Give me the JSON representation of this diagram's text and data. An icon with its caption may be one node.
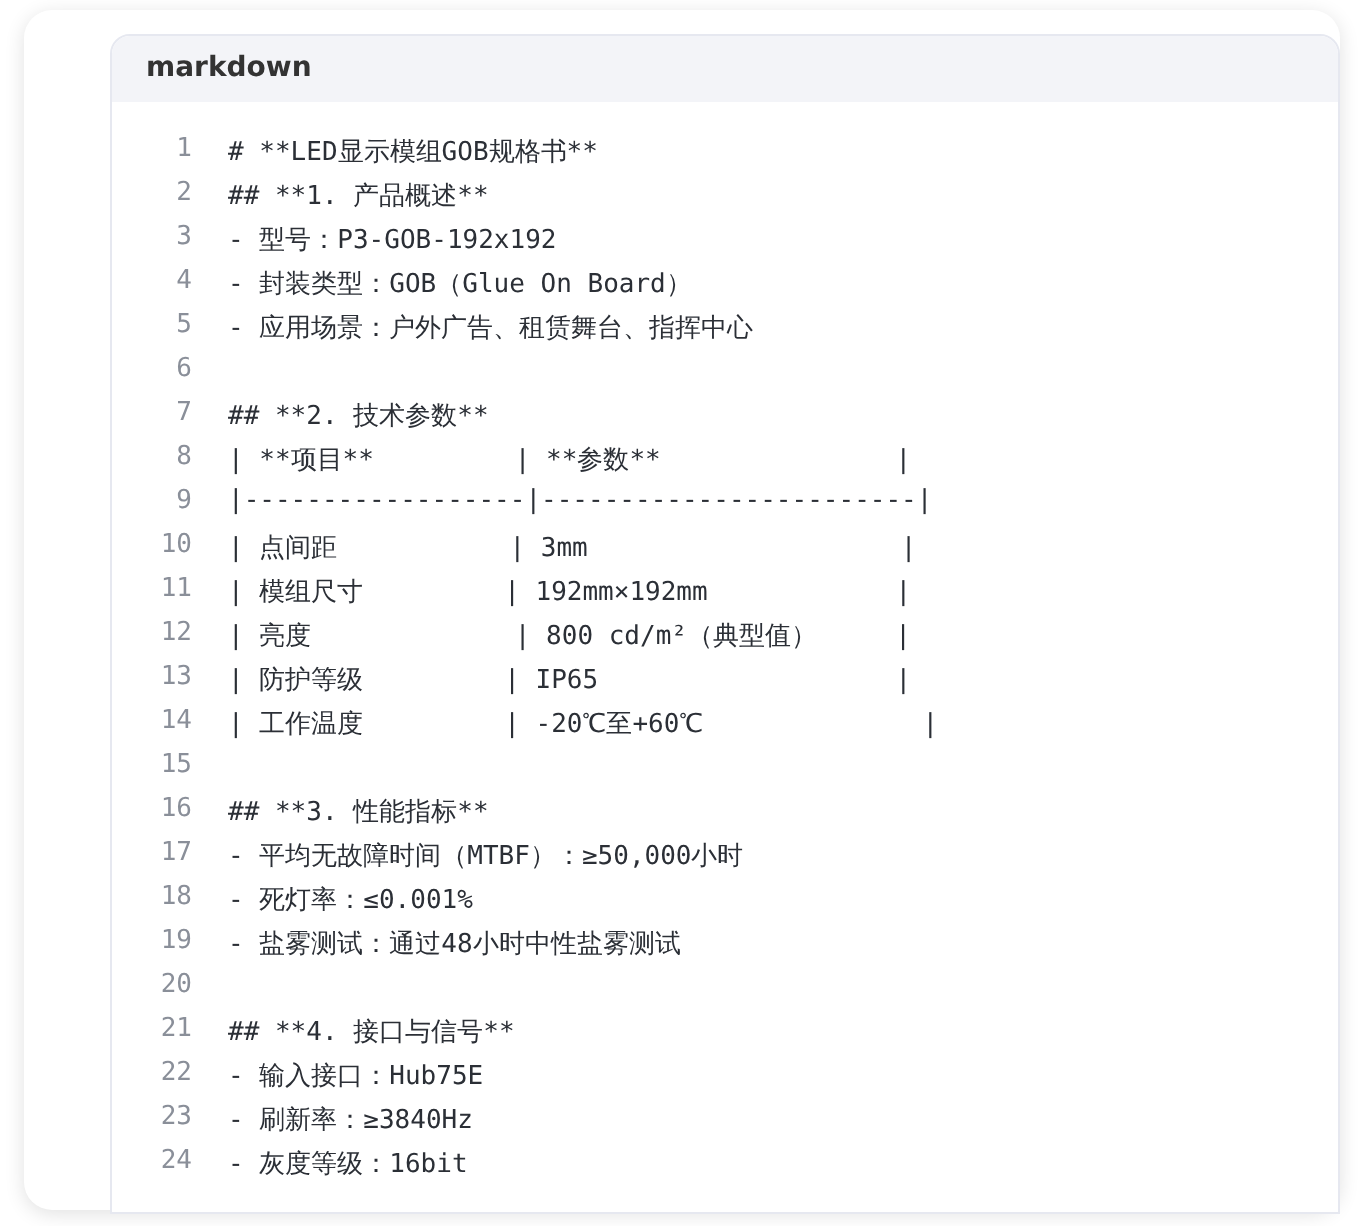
{
  "diagram": {
    "labels": [
      "markdown",
      "1",
      "# **LED显示模组GOB规格书**",
      "2",
      "## **1. 产品概述**",
      "3",
      "- 型号：P3-GOB-192x192",
      "4",
      "- 封装类型：GOB（Glue On Board）",
      "5",
      "- 应用场景：户外广告、租赁舞台、指挥中心",
      "6",
      "7",
      "## **2. 技术参数**",
      "8",
      "| **项目**         | **参数**               |",
      "9",
      "|------------------|------------------------|",
      "10",
      "| 点间距           | 3mm                    |",
      "11",
      "| 模组尺寸         | 192mm×192mm            |",
      "12",
      "| 亮度             | 800 cd/m²（典型值）     |",
      "13",
      "| 防护等级         | IP65                   |",
      "14",
      "| 工作温度         | -20℃至+60℃              |",
      "15",
      "16",
      "## **3. 性能指标**",
      "17",
      "- 平均无故障时间（MTBF）：≥50,000小时",
      "18",
      "- 死灯率：≤0.001%",
      "19",
      "- 盐雾测试：通过48小时中性盐雾测试",
      "20",
      "21",
      "## **4. 接口与信号**",
      "22",
      "- 输入接口：Hub75E",
      "23",
      "- 刷新率：≥3840Hz",
      "24",
      "- 灰度等级：16bit"
    ]
  }
}
